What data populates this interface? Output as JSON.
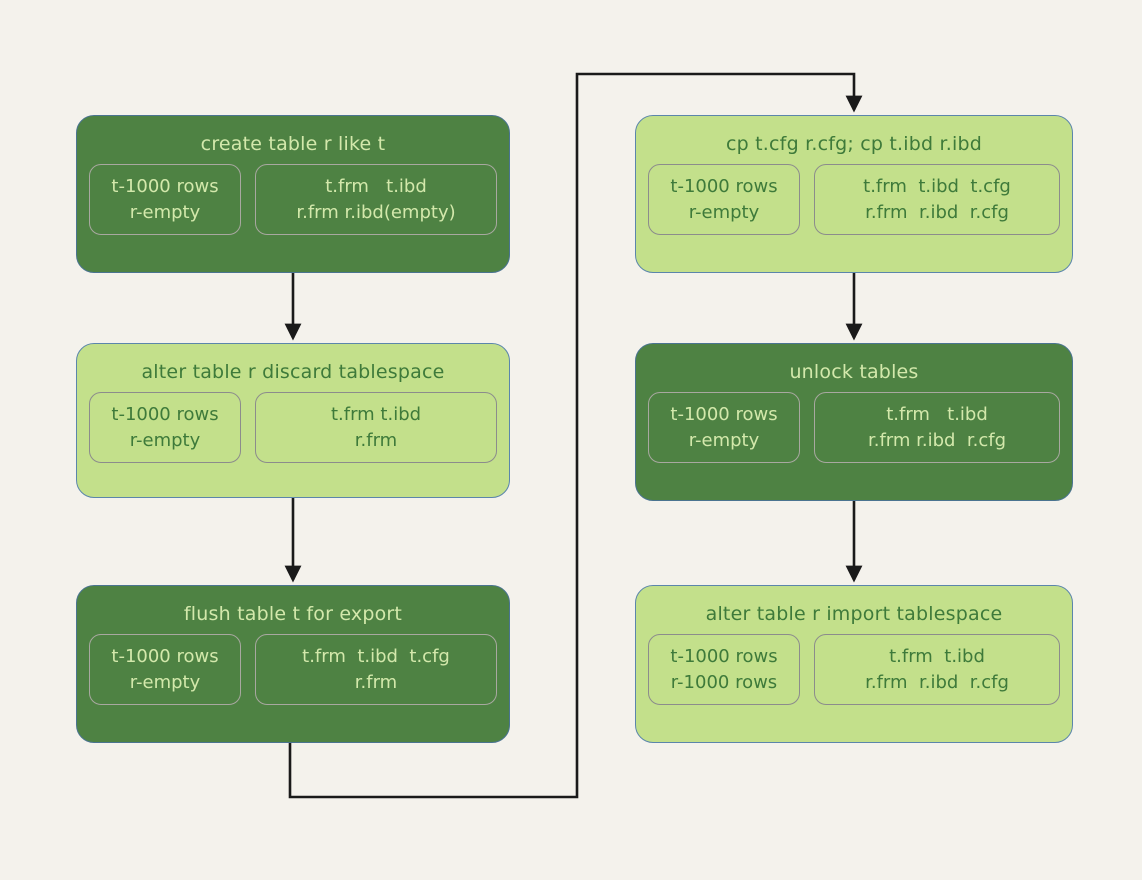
{
  "page": {
    "background_color": "#f4f2ec",
    "dark_node_color": "#4e8243",
    "light_node_color": "#c3e08b",
    "dark_node_text_color": "#d3e8ab",
    "light_node_text_color": "#3e7a3a",
    "connector_color": "#1a1a1a"
  },
  "nodes": [
    {
      "id": "create-table",
      "title": "create table r like t",
      "style": "dark",
      "state_lines": [
        "t-1000 rows",
        "r-empty"
      ],
      "file_lines": [
        "t.frm   t.ibd",
        "r.frm r.ibd(empty)"
      ]
    },
    {
      "id": "discard",
      "title": "alter table r discard tablespace",
      "style": "light",
      "state_lines": [
        "t-1000 rows",
        "r-empty"
      ],
      "file_lines": [
        "t.frm t.ibd",
        "r.frm"
      ]
    },
    {
      "id": "flush",
      "title": "flush table t for export",
      "style": "dark",
      "state_lines": [
        "t-1000 rows",
        "r-empty"
      ],
      "file_lines": [
        "t.frm  t.ibd  t.cfg",
        "r.frm"
      ]
    },
    {
      "id": "copy",
      "title": "cp t.cfg r.cfg; cp t.ibd r.ibd",
      "style": "light",
      "state_lines": [
        "t-1000 rows",
        "r-empty"
      ],
      "file_lines": [
        "t.frm  t.ibd  t.cfg",
        "r.frm  r.ibd  r.cfg"
      ]
    },
    {
      "id": "unlock",
      "title": "unlock tables",
      "style": "dark",
      "state_lines": [
        "t-1000 rows",
        "r-empty"
      ],
      "file_lines": [
        "t.frm   t.ibd",
        "r.frm r.ibd  r.cfg"
      ]
    },
    {
      "id": "import",
      "title": "alter table r import tablespace",
      "style": "light",
      "state_lines": [
        "t-1000 rows",
        "r-1000 rows"
      ],
      "file_lines": [
        "t.frm  t.ibd",
        "r.frm  r.ibd  r.cfg"
      ]
    }
  ],
  "connectors": [
    {
      "id": "create-to-discard",
      "from": "create-table",
      "to": "discard",
      "kind": "straight-down"
    },
    {
      "id": "discard-to-flush",
      "from": "discard",
      "to": "flush",
      "kind": "straight-down"
    },
    {
      "id": "flush-to-copy",
      "from": "flush",
      "to": "copy",
      "kind": "wrap-around-bottom"
    },
    {
      "id": "copy-to-unlock",
      "from": "copy",
      "to": "unlock",
      "kind": "straight-down"
    },
    {
      "id": "unlock-to-import",
      "from": "unlock",
      "to": "import",
      "kind": "straight-down"
    }
  ]
}
